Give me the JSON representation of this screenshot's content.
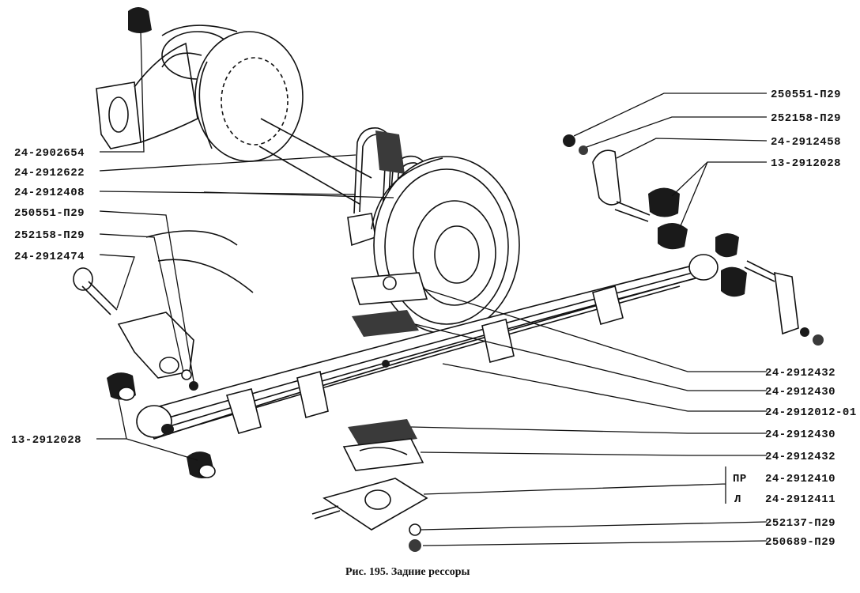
{
  "caption": "Рис. 195. Задние рессоры",
  "labels_left": [
    "24-2902654",
    "24-2912622",
    "24-2912408",
    "250551-П29",
    "252158-П29",
    "24-2912474",
    "13-2912028"
  ],
  "labels_right": [
    "250551-П29",
    "252158-П29",
    "24-2912458",
    "13-2912028",
    "24-2912432",
    "24-2912430",
    "24-2912012-01",
    "24-2912430",
    "24-2912432",
    "24-2912410",
    "24-2912411",
    "252137-П29",
    "250689-П29"
  ],
  "side_marks": [
    "ПР",
    "Л"
  ]
}
